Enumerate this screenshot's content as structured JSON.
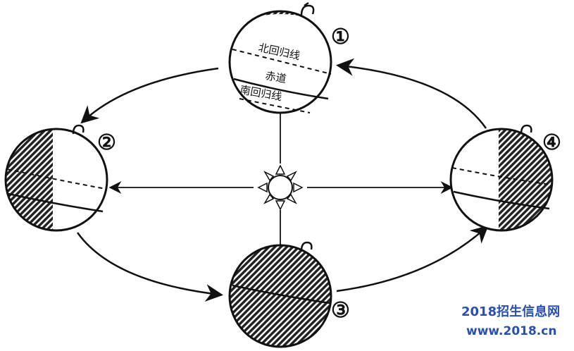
{
  "globe1": {
    "number": "①",
    "tropic_cancer": "北回归线",
    "equator": "赤道",
    "tropic_capricorn": "南回归线"
  },
  "globe2": {
    "number": "②"
  },
  "globe3": {
    "number": "③"
  },
  "globe4": {
    "number": "④"
  },
  "watermark": {
    "name": "2018招生信息网",
    "url": "www.2018.cn"
  }
}
